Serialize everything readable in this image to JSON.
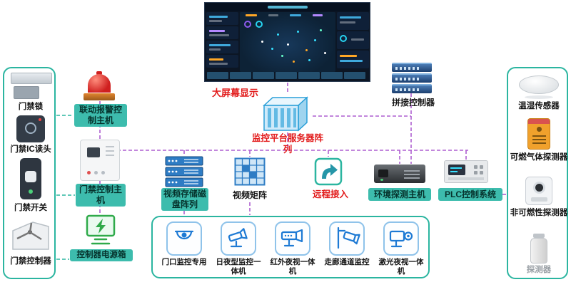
{
  "colors": {
    "teal_accent": "#2bb5a0",
    "teal_label_bg": "#3dbcad",
    "wire_purple": "#ae5fd0",
    "red_label": "#e21b1b",
    "camera_blue": "#1e7ad4"
  },
  "big_screen": {
    "label": "大屏幕显示"
  },
  "splicing": {
    "label": "拼接控制器"
  },
  "server": {
    "label": "监控平台服务器阵列"
  },
  "middle": {
    "storage": "视频存储磁盘阵列",
    "matrix": "视频矩阵",
    "remote": "远程接入",
    "env": "环境探测主机",
    "plc": "PLC控制系统"
  },
  "control_column": {
    "alarm": "联动报警控制主机",
    "access_host": "门禁控制主机",
    "power": "控制器电源箱"
  },
  "left_panel": {
    "labels": {
      "lock": "门禁锁",
      "reader": "门禁IC读头",
      "switch": "门禁开关",
      "controller": "门禁控制器"
    }
  },
  "cameras": {
    "items": [
      {
        "label": "门口监控专用"
      },
      {
        "label": "日夜型监控一体机"
      },
      {
        "label": "红外夜视一体机"
      },
      {
        "label": "走廊通道监控"
      },
      {
        "label": "激光夜视一体机"
      }
    ]
  },
  "right_panel": {
    "items": [
      {
        "label": "温湿传感器"
      },
      {
        "label": "可燃气体探测器"
      },
      {
        "label": "非可燃性探测器"
      },
      {
        "label": "探测器"
      }
    ]
  }
}
